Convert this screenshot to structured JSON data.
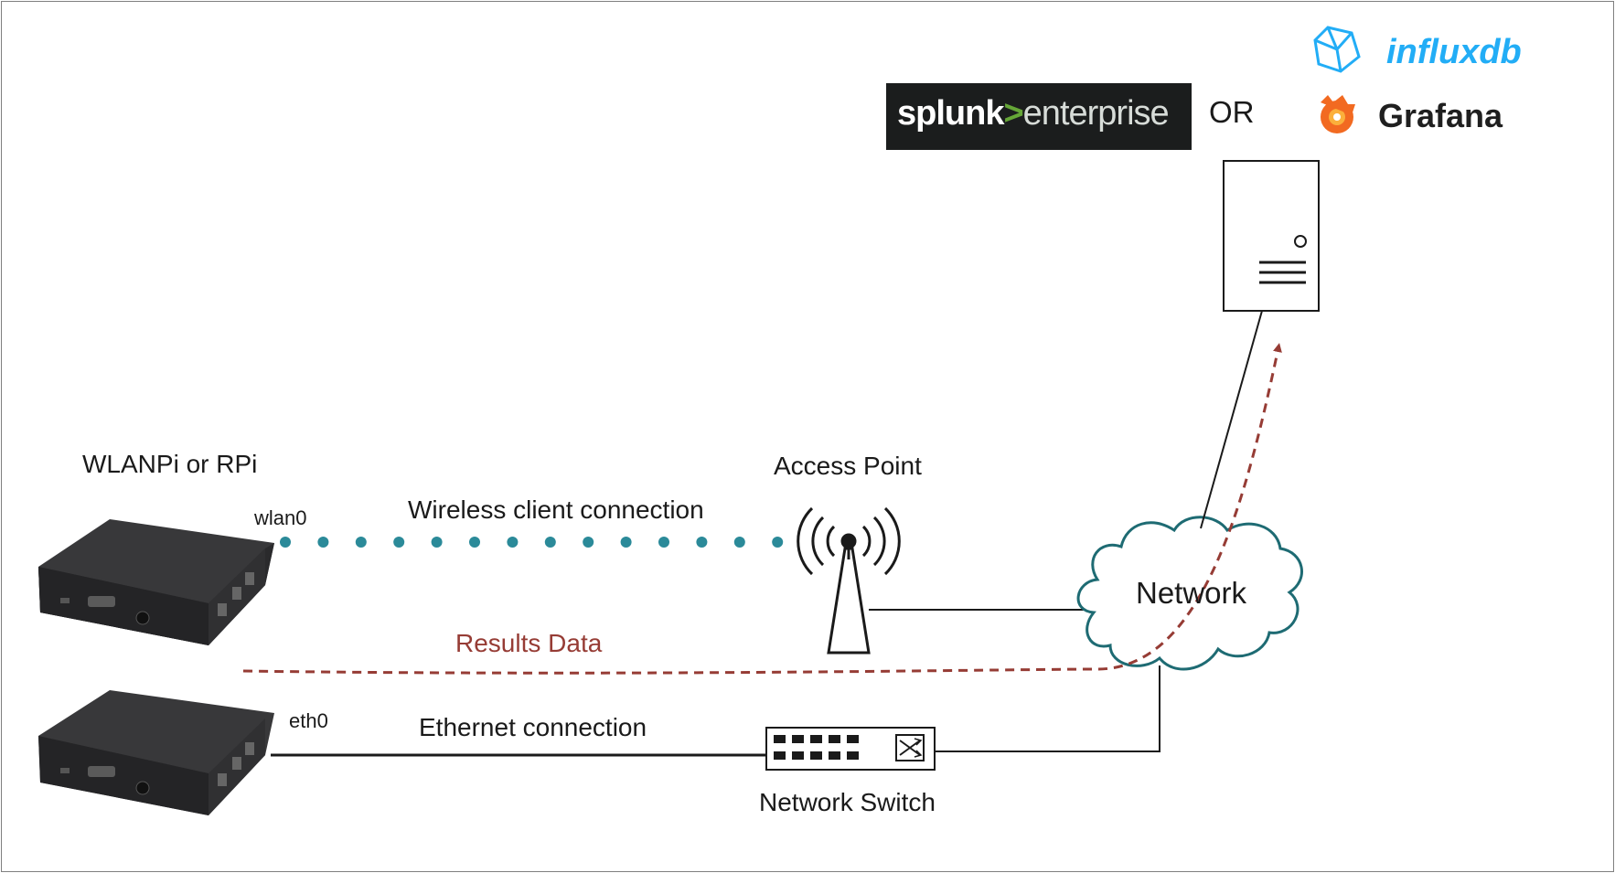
{
  "labels": {
    "device_title": "WLANPi or RPi",
    "wlan_iface": "wlan0",
    "eth_iface": "eth0",
    "wireless_conn": "Wireless client connection",
    "ethernet_conn": "Ethernet connection",
    "access_point": "Access Point",
    "network": "Network",
    "network_switch": "Network Switch",
    "results_data": "Results Data",
    "or": "OR"
  },
  "logos": {
    "splunk_a": "splunk",
    "splunk_gt": ">",
    "splunk_b": "enterprise",
    "influxdb": "influxdb",
    "grafana": "Grafana"
  },
  "colors": {
    "wireless_dots": "#2b8a99",
    "results_arrow": "#963c35",
    "lines": "#1a1a1a",
    "device_body": "#2e2e30",
    "splunk_bg": "#1b1d1d",
    "influx_blue": "#22adf6",
    "grafana_orange": "#f26a21"
  },
  "icons": {
    "device_top": "raspberry-pi-case-icon",
    "device_bottom": "raspberry-pi-case-icon",
    "access_point": "antenna-tower-icon",
    "switch": "network-switch-icon",
    "cloud": "cloud-icon",
    "server": "server-tower-icon",
    "influx": "influxdb-logo-icon",
    "grafana": "grafana-logo-icon"
  }
}
